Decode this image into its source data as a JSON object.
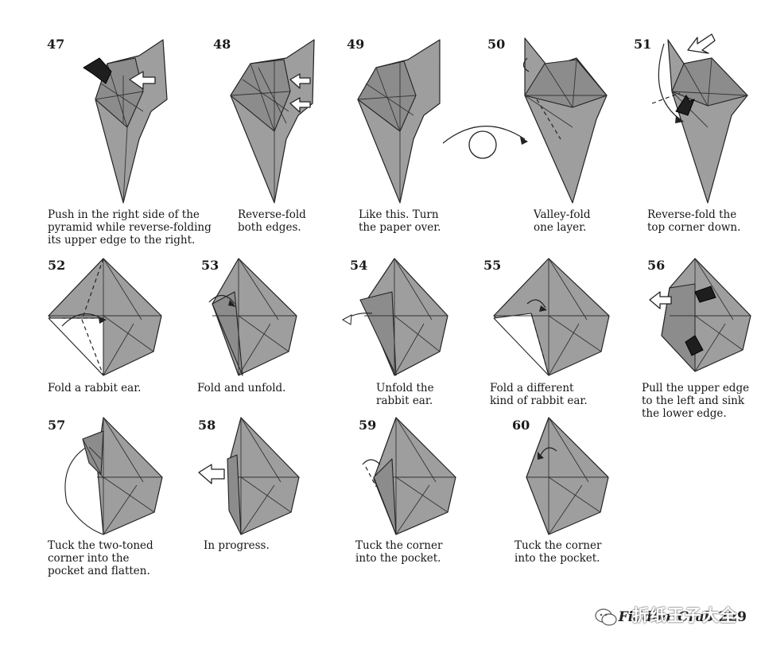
{
  "steps": [
    {
      "number": "47",
      "caption": [
        "Push in the right side of the",
        "pyramid while reverse-folding",
        "its upper edge to the right."
      ]
    },
    {
      "number": "48",
      "caption": [
        "Reverse-fold",
        "both edges."
      ]
    },
    {
      "number": "49",
      "caption": [
        "Like this. Turn",
        "the paper over."
      ]
    },
    {
      "number": "50",
      "caption": [
        "Valley-fold",
        "one layer."
      ]
    },
    {
      "number": "51",
      "caption": [
        "Reverse-fold the",
        "top corner down."
      ]
    },
    {
      "number": "52",
      "caption": [
        "Fold a rabbit ear."
      ]
    },
    {
      "number": "53",
      "caption": [
        "Fold and unfold."
      ]
    },
    {
      "number": "54",
      "caption": [
        "Unfold the",
        "rabbit ear."
      ]
    },
    {
      "number": "55",
      "caption": [
        "Fold a different",
        "kind of rabbit ear."
      ]
    },
    {
      "number": "56",
      "caption": [
        "Pull the upper edge",
        "to the left and sink",
        "the lower edge."
      ]
    },
    {
      "number": "57",
      "caption": [
        "Tuck the two-toned",
        "corner into the",
        "pocket and flatten."
      ]
    },
    {
      "number": "58",
      "caption": [
        "In progress."
      ]
    },
    {
      "number": "59",
      "caption": [
        "Tuck the corner",
        "into the pocket."
      ]
    },
    {
      "number": "60",
      "caption": [
        "Tuck the corner",
        "into the pocket."
      ]
    }
  ],
  "footer": {
    "title": "Fiddler Crab",
    "page": "229"
  },
  "watermark": "折纸王子大全",
  "colors": {
    "paper": "#9e9e9e",
    "line": "#222222",
    "background": "#ffffff"
  }
}
